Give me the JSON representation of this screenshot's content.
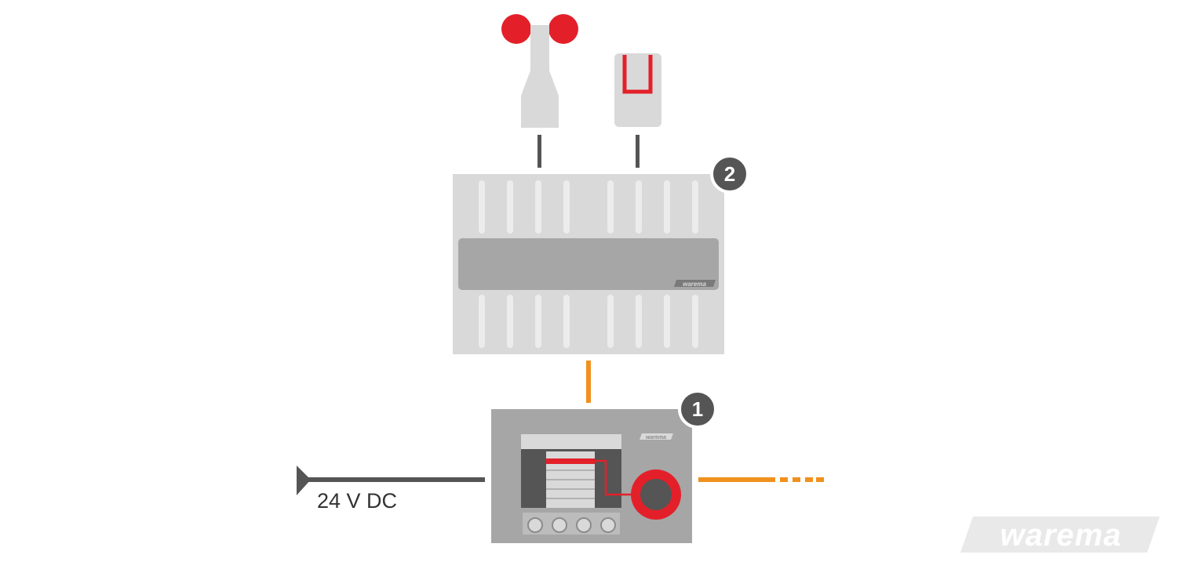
{
  "colors": {
    "device_light": "#d9d9d9",
    "device_mid": "#a6a6a6",
    "device_dark": "#8c8c8c",
    "panel_dark": "#555555",
    "accent_red": "#e3202a",
    "bus_orange": "#f0911e",
    "wire_dark": "#555555",
    "badge": "#555555",
    "watermark": "#e6e6e6"
  },
  "devices": {
    "weather_station": {
      "badge": "2",
      "brand": "warema"
    },
    "control_panel": {
      "badge": "1",
      "brand": "warema"
    },
    "wind_sensor": {
      "icon": "anemometer-icon"
    },
    "rain_sensor": {
      "icon": "rain-sensor-icon"
    }
  },
  "power": {
    "label": "24 V DC"
  },
  "watermark": {
    "text": "warema"
  }
}
